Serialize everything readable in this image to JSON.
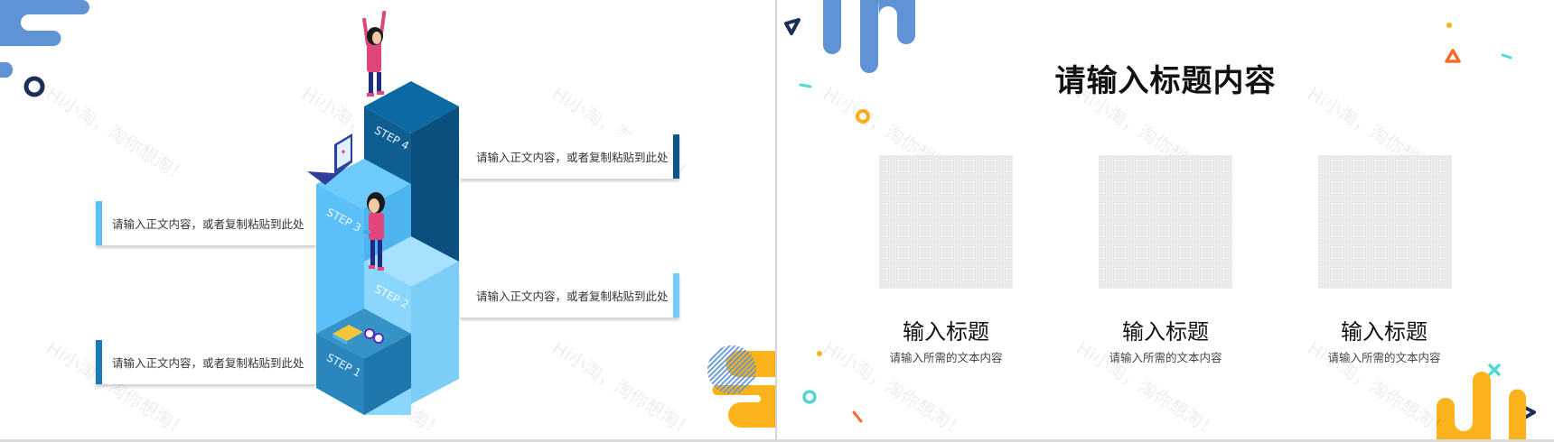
{
  "left_slide": {
    "steps": [
      {
        "label": "STEP 1"
      },
      {
        "label": "STEP 2"
      },
      {
        "label": "STEP 3"
      },
      {
        "label": "STEP 4"
      }
    ],
    "text_boxes": [
      {
        "text": "请输入正文内容，或者复制粘贴到此处",
        "bar_color": "#5bc0f8",
        "side": "left"
      },
      {
        "text": "请输入正文内容，或者复制粘贴到此处",
        "bar_color": "#1a7ab5",
        "side": "left"
      },
      {
        "text": "请输入正文内容，或者复制粘贴到此处",
        "bar_color": "#0e5686",
        "side": "right"
      },
      {
        "text": "请输入正文内容，或者复制粘贴到此处",
        "bar_color": "#74cbfb",
        "side": "right"
      }
    ],
    "watermark": "Hi小淘，淘你想淘！"
  },
  "right_slide": {
    "title": "请输入标题内容",
    "columns": [
      {
        "title": "输入标题",
        "subtitle": "请输入所需的文本内容"
      },
      {
        "title": "输入标题",
        "subtitle": "请输入所需的文本内容"
      },
      {
        "title": "输入标题",
        "subtitle": "请输入所需的文本内容"
      }
    ],
    "watermark": "Hi小淘，淘你想淘！"
  },
  "colors": {
    "blue_deco": "#5f93d5",
    "navy": "#1b2f57",
    "yellow": "#fbb21b",
    "orange": "#f56a2a",
    "cyan": "#4fd8d4",
    "step1": "#2b86bd",
    "step2": "#8ad6fd",
    "step3": "#5bc0f8",
    "step4": "#0e5e92"
  }
}
